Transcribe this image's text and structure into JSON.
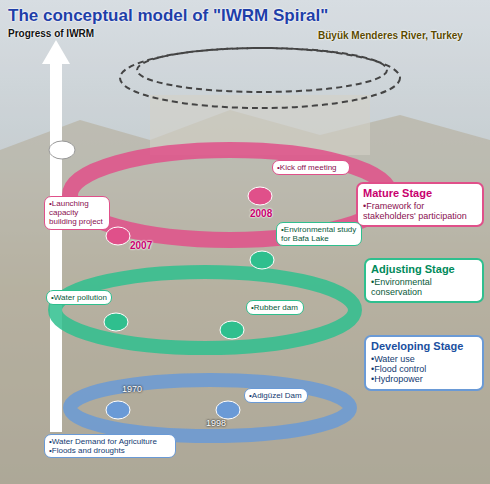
{
  "diagram": {
    "title": "The conceptual model of \"IWRM Spiral\"",
    "nodes": [
      {
        "text": [
          "•Kick off meeting"
        ]
      },
      {
        "text": [
          "Mature Stage",
          "•Framework for stakeholders' participation"
        ]
      },
      {
        "text": [
          "•Launching capacity building project"
        ]
      },
      {
        "text": [
          "•Environmental study for Bafa Lake"
        ]
      },
      {
        "text": [
          "Adjusting Stage",
          "•Environmental conservation"
        ]
      },
      {
        "text": [
          "•Water pollution"
        ]
      },
      {
        "text": [
          "•Rubber dam"
        ]
      },
      {
        "text": [
          "Developing Stage",
          "•Water use",
          "•Flood control",
          "•Hydropower"
        ]
      },
      {
        "text": [
          "•Adigüzel Dam"
        ]
      },
      {
        "text": [
          "•Water Demand for Agriculture",
          "•Floods and droughts"
        ]
      }
    ],
    "labels": [
      "Progress of IWRM",
      "Büyük Menderes River, Turkey",
      "2008",
      "2007",
      "1970",
      "1998"
    ]
  }
}
